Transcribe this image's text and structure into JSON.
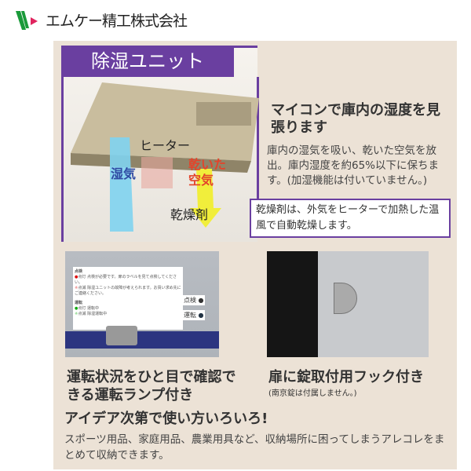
{
  "header": {
    "company_name": "エムケー精工株式会社",
    "logo_colors": [
      "#1a9a3a",
      "#e0245e"
    ]
  },
  "unit_section": {
    "title": "除湿ユニット",
    "labels": {
      "heater": "ヒーター",
      "humid_air": "湿気",
      "dry_air": "乾いた空気",
      "desiccant": "乾燥剤"
    },
    "headline": "マイコンで庫内の湿度を見張ります",
    "description": "庫内の湿気を吸い、乾いた空気を放出。庫内湿度を約65%以下に保ちます。(加湿機能は付いていません。)",
    "callout": "乾燥剤は、外気をヒーターで加熱した温風で自動乾燥します。",
    "accent_color": "#6a3fa0"
  },
  "lamp_panel": {
    "groups": [
      {
        "name": "点検",
        "rows": [
          {
            "state": "点灯",
            "text": "点検が必要です。扉のラベルを見て点検してください。"
          },
          {
            "state": "点滅",
            "text": "除湿ユニットの故障が考えられます。お買い求め先にご連絡ください。"
          }
        ]
      },
      {
        "name": "運転",
        "rows": [
          {
            "state": "点灯",
            "text": "運転中"
          },
          {
            "state": "点滅",
            "text": "除湿運転中"
          }
        ]
      }
    ],
    "buttons": [
      "点検",
      "運転"
    ]
  },
  "features": [
    {
      "title": "運転状況をひと目で確認できる運転ランプ付き"
    },
    {
      "title": "扉に錠取付用フック付き",
      "note": "(南京錠は付属しません。)"
    }
  ],
  "footer": {
    "headline": "アイデア次第で使い方いろいろ!",
    "text": "スポーツ用品、家庭用品、農業用具など、収納場所に困ってしまうアレコレをまとめて収納できます。"
  }
}
